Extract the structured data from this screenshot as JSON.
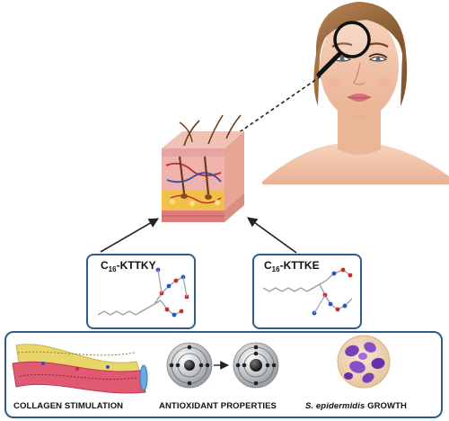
{
  "peptides": {
    "left": {
      "prefix": "C",
      "subscript": "16",
      "suffix": "-KTTKY"
    },
    "right": {
      "prefix": "C",
      "subscript": "16",
      "suffix": "-KTTKE"
    }
  },
  "effects": {
    "collagen": "COLLAGEN STIMULATION",
    "antioxidant": "ANTIOXIDANT PROPERTIES",
    "growth_species": "S. epidermidis",
    "growth_suffix": " GROWTH"
  },
  "colors": {
    "box_border": "#2e5d8c",
    "skin_pink": "#e8a6a0",
    "molecule_red": "#cc2b2b",
    "molecule_blue": "#2b52c9",
    "collagen_pink": "#e25a72",
    "collagen_yellow": "#e9d66a",
    "bacteria_purple": "#7a3fb8"
  },
  "icons": [
    "face-illustration",
    "magnifier-icon",
    "skin-cross-section-icon",
    "molecule-structure-icon",
    "collagen-fiber-icon",
    "atom-icon",
    "bacteria-dish-icon"
  ]
}
